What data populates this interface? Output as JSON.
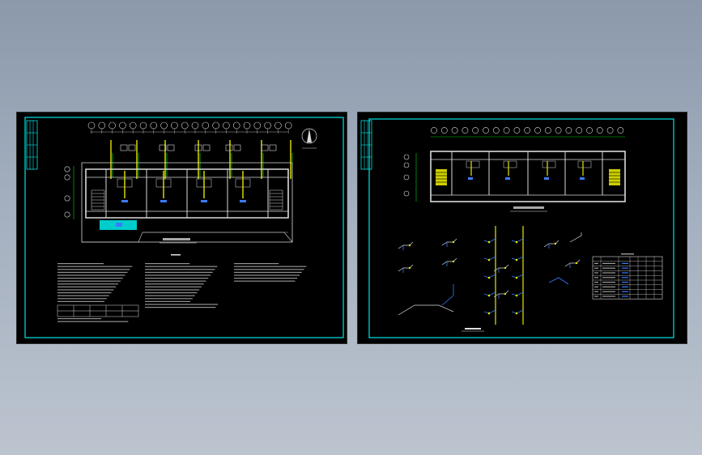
{
  "viewer": {
    "background_top": "#8b99ab",
    "background_bottom": "#bcc4cf"
  },
  "colors": {
    "frame": "#00e5e5",
    "wall": "#d9d9d9",
    "pipe": "#e6e600",
    "dim": "#00ff00",
    "accent": "#3a7bff",
    "text": "#e0e0e0"
  },
  "sheets": [
    {
      "id": "left",
      "content": "plumbing-floor-plan-with-notes"
    },
    {
      "id": "right",
      "content": "floor-plan-and-isometric-system-diagram-with-legend"
    }
  ]
}
